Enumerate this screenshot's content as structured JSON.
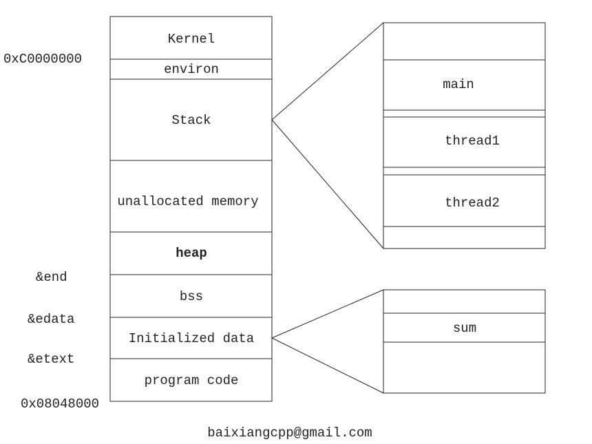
{
  "memory_segments": [
    {
      "label": "Kernel",
      "bold": false
    },
    {
      "label": "environ",
      "bold": false
    },
    {
      "label": "Stack",
      "bold": false
    },
    {
      "label": "unallocated memory",
      "bold": false
    },
    {
      "label": "heap",
      "bold": true
    },
    {
      "label": "bss",
      "bold": false
    },
    {
      "label": "Initialized data",
      "bold": false
    },
    {
      "label": "program code",
      "bold": false
    }
  ],
  "address_labels": {
    "top": "0xC0000000",
    "end": "&end",
    "edata": "&edata",
    "etext": "&etext",
    "bottom": "0x08048000"
  },
  "stack_detail": [
    "main",
    "thread1",
    "thread2"
  ],
  "data_detail": [
    "sum"
  ],
  "footer": "baixiangcpp@gmail.com",
  "colors": {
    "line": "#222222",
    "text": "#222222",
    "background": "#ffffff"
  }
}
